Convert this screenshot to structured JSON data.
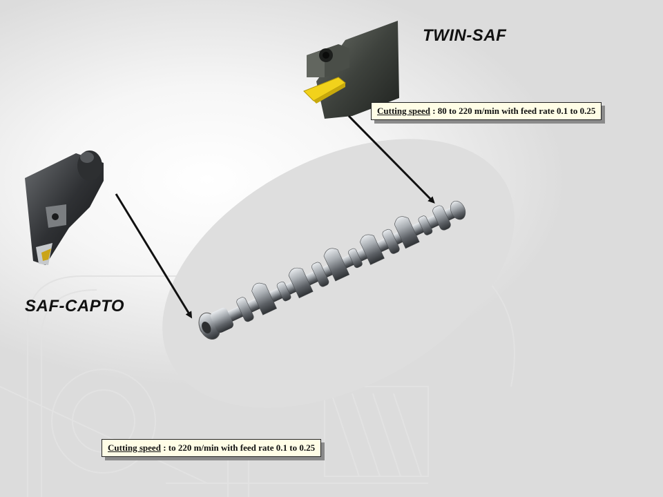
{
  "twin_saf": {
    "title": "TWIN-SAF",
    "speed_label": "Cutting  speed",
    "speed_text": " : 80 to 220 m/min  with  feed rate 0.1 to 0.25"
  },
  "saf_capto": {
    "title": "SAF-CAPTO",
    "speed_label": "Cutting  speed",
    "speed_text": " :  to 220 m/min  with  feed rate 0.1 to 0.25"
  },
  "colors": {
    "ellipse": "#dedede",
    "arrow": "#111111",
    "box_fill": "#fffde6",
    "insert_yellow": "#f2d21b",
    "tool_dark": "#3c3f3a"
  }
}
